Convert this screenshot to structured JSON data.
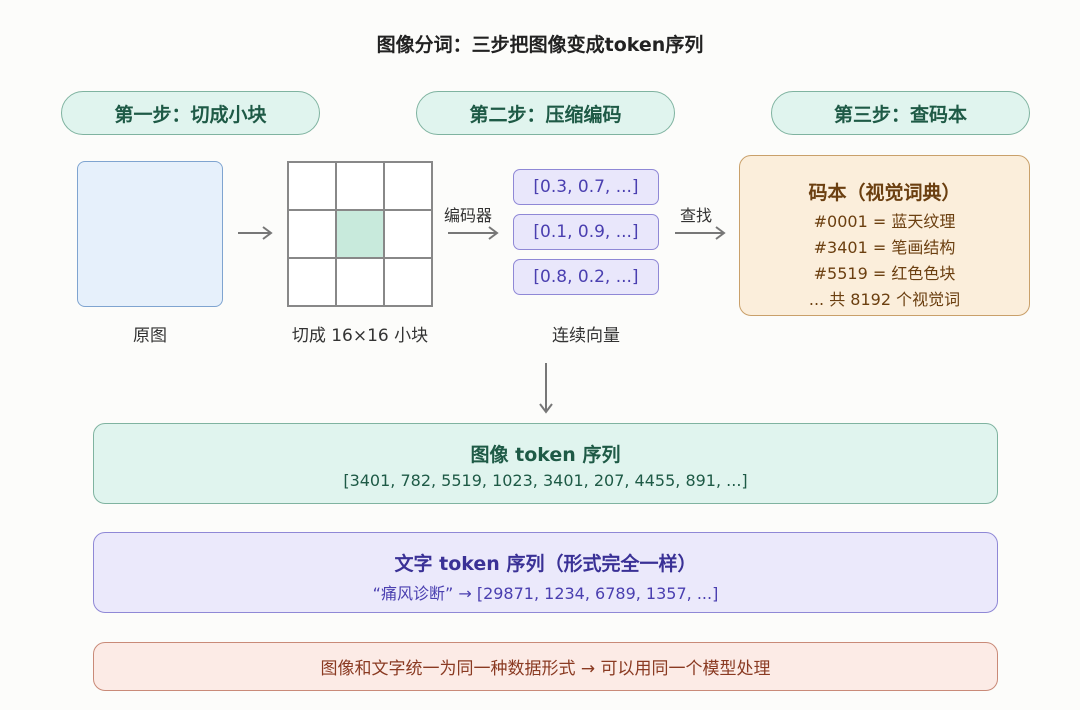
{
  "title": "图像分词：三步把图像变成token序列",
  "steps": [
    {
      "label": "第一步：切成小块"
    },
    {
      "label": "第二步：压缩编码"
    },
    {
      "label": "第三步：查码本"
    }
  ],
  "original": {
    "caption": "原图"
  },
  "grid": {
    "caption": "切成 16×16 小块",
    "highlighted_cell": "center"
  },
  "encoder": {
    "label": "编码器"
  },
  "vectors": {
    "items": [
      "[0.3, 0.7, ...]",
      "[0.1, 0.9, ...]",
      "[0.8, 0.2, ...]"
    ],
    "caption": "连续向量"
  },
  "lookup": {
    "label": "查找"
  },
  "codebook": {
    "title": "码本（视觉词典）",
    "entries": [
      "#0001 = 蓝天纹理",
      "#3401 = 笔画结构",
      "#5519 = 红色色块",
      "... 共 8192 个视觉词"
    ]
  },
  "image_tokens": {
    "title": "图像 token 序列",
    "sequence": "[3401, 782, 5519, 1023, 3401, 207, 4455, 891, ...]"
  },
  "text_tokens": {
    "title": "文字 token 序列（形式完全一样）",
    "sequence": "“痛风诊断” → [29871, 1234, 6789, 1357, ...]"
  },
  "summary": "图像和文字统一为同一种数据形式 → 可以用同一个模型处理",
  "colors": {
    "step_fill": "#e0f4ee",
    "step_text": "#1e5a46",
    "vector_fill": "#e9e7fb",
    "vector_text": "#4a3fb0",
    "codebook_fill": "#fbeedb",
    "codebook_text": "#6b3f10",
    "summary_fill": "#fcebe6",
    "summary_text": "#8a3a22"
  }
}
